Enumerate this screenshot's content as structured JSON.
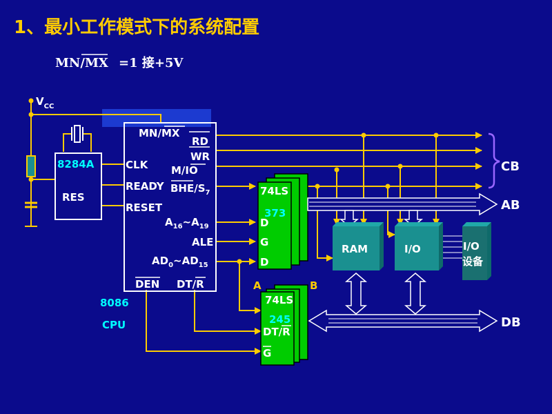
{
  "slide": {
    "title": "1、最小工作模式下的系统配置",
    "subtitle": {
      "pin": "MN/MX",
      "rest": "=1 接+5V"
    }
  },
  "labels": {
    "vcc": "V",
    "vcc_sub": "CC",
    "clock_chip": "8284A",
    "res": "RES",
    "cpu_line1": "8086",
    "cpu_line2": "CPU",
    "pin_mnmx": "MN/MX",
    "pin_clk": "CLK",
    "pin_ready": "READY",
    "pin_reset": "RESET",
    "pin_rd": "RD",
    "pin_wr": "WR",
    "pin_mio": "M/IO",
    "pin_bhe": "BHE/S",
    "pin_bhe_sub": "7",
    "pin_a16": "A",
    "pin_a16_sub": "16",
    "pin_tilde1": "~A",
    "pin_a19_sub": "19",
    "pin_ale": "ALE",
    "pin_ad0": "AD",
    "pin_ad0_sub": "0",
    "pin_tilde2": "~AD",
    "pin_ad15_sub": "15",
    "pin_den": "DEN",
    "pin_dtr": "DT/R",
    "latch_top": "74LS",
    "latch_num": "373",
    "latch_d1": "D",
    "latch_g": "G",
    "latch_d2": "D",
    "xcvr_top": "74LS",
    "xcvr_num": "245",
    "xcvr_dtr": "DT/R",
    "xcvr_g": "G",
    "xcvr_a": "A",
    "xcvr_b": "B",
    "ram": "RAM",
    "io": "I/O",
    "io_dev1": "I/O",
    "io_dev2": "设备",
    "cb": "CB",
    "ab": "AB",
    "db": "DB"
  },
  "colors": {
    "background": "#0B0B8C",
    "title": "#FFCC00",
    "wire": "#FFCC00",
    "white": "#FFFFFF",
    "cyan": "#00FFFF",
    "chip_green": "#00CC00",
    "mem_teal": "#1A9090",
    "brace": "#9966FF"
  }
}
